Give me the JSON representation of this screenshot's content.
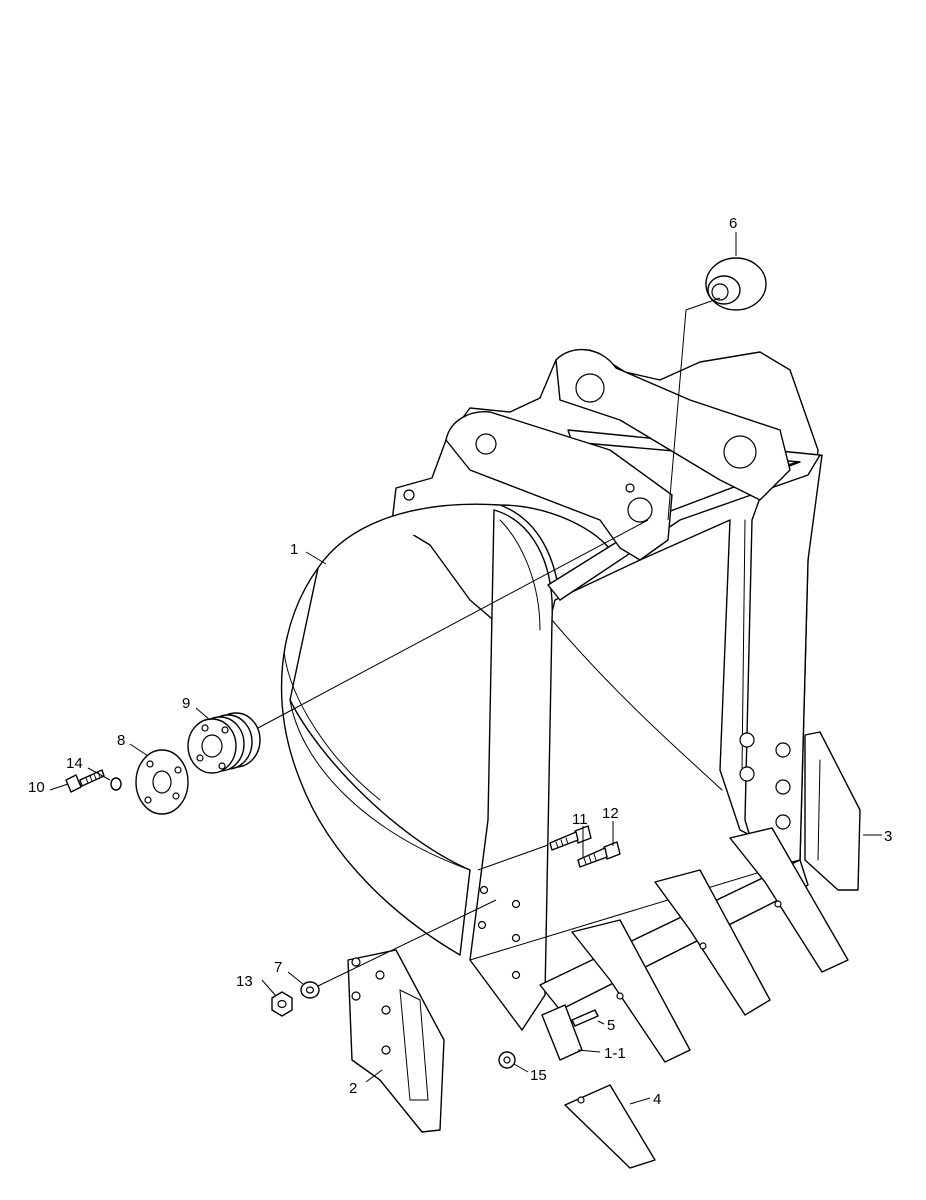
{
  "diagram": {
    "callouts": {
      "c1": "1",
      "c1_1": "1-1",
      "c2": "2",
      "c3": "3",
      "c4": "4",
      "c5": "5",
      "c6": "6",
      "c7": "7",
      "c8": "8",
      "c9": "9",
      "c10": "10",
      "c11": "11",
      "c12": "12",
      "c13": "13",
      "c14": "14",
      "c15": "15"
    }
  }
}
